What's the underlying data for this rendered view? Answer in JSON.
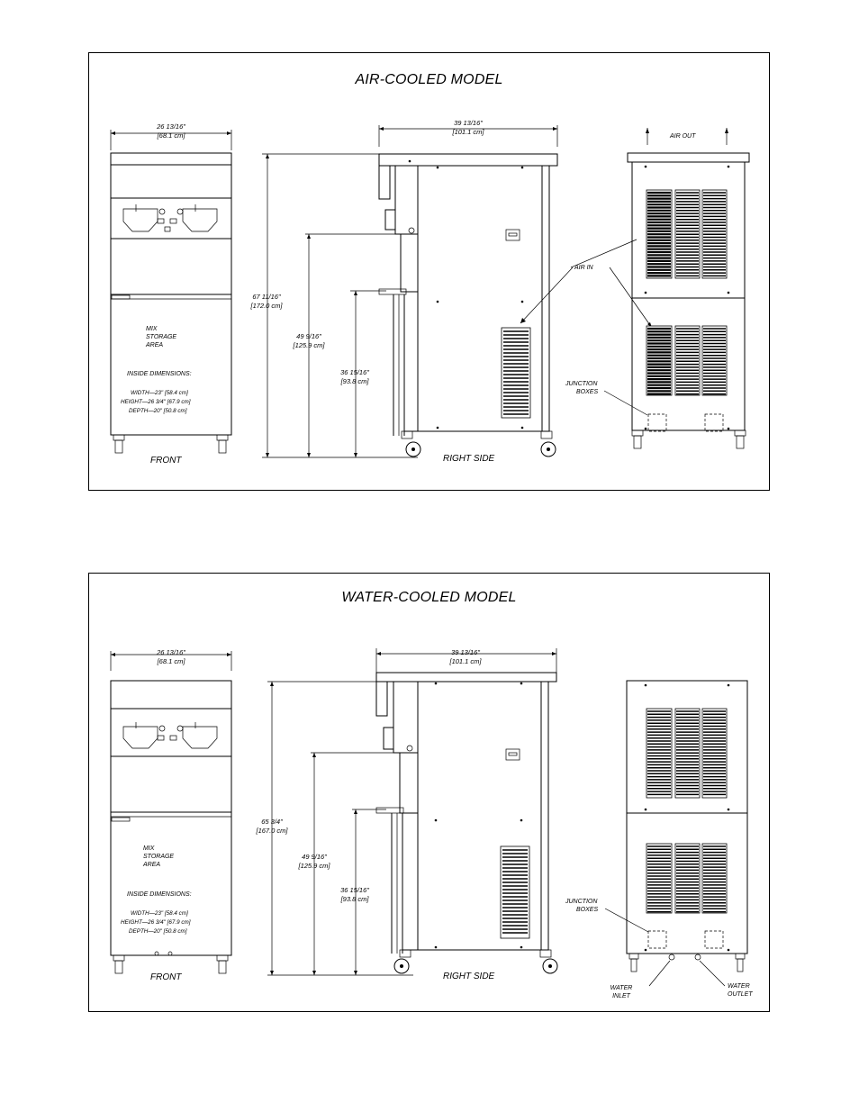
{
  "air": {
    "title": "AIR-COOLED MODEL",
    "front_width": "26 13/16\"",
    "front_width_cm": "[68.1 cm]",
    "side_depth": "39 13/16\"",
    "side_depth_cm": "[101.1 cm]",
    "height_total": "67 11/16\"",
    "height_total_cm": "[172.0 cm]",
    "height_mid": "49 9/16\"",
    "height_mid_cm": "[125.9 cm]",
    "height_low": "36 15/16\"",
    "height_low_cm": "[93.8 cm]",
    "mix1": "MIX",
    "mix2": "STORAGE",
    "mix3": "AREA",
    "inside": "INSIDE  DIMENSIONS:",
    "width": "WIDTH—23\"  [58.4  cm]",
    "height": "HEIGHT—26  3/4\"  [67.9  cm]",
    "depth": "DEPTH—20\"  [50.8  cm]",
    "front": "FRONT",
    "right_side": "RIGHT SIDE",
    "air_out": "AIR   OUT",
    "air_in": "AIR   IN",
    "junction1": "JUNCTION",
    "junction2": "BOXES"
  },
  "water": {
    "title": "WATER-COOLED MODEL",
    "front_width": "26 13/16\"",
    "front_width_cm": "[68.1 cm]",
    "side_depth": "39 13/16\"",
    "side_depth_cm": "[101.1 cm]",
    "height_total": "65 3/4\"",
    "height_total_cm": "[167.0 cm]",
    "height_mid": "49 9/16\"",
    "height_mid_cm": "[125.9 cm]",
    "height_low": "36 15/16\"",
    "height_low_cm": "[93.8 cm]",
    "mix1": "MIX",
    "mix2": "STORAGE",
    "mix3": "AREA",
    "inside": "INSIDE  DIMENSIONS:",
    "width": "WIDTH—23\"  [58.4  cm]",
    "height": "HEIGHT—26  3/4\"  [67.9  cm]",
    "depth": "DEPTH—20\"  [50.8  cm]",
    "front": "FRONT",
    "right_side": "RIGHT SIDE",
    "junction1": "JUNCTION",
    "junction2": "BOXES",
    "water_inlet1": "WATER",
    "water_inlet2": "INLET",
    "water_outlet1": "WATER",
    "water_outlet2": "OUTLET"
  }
}
